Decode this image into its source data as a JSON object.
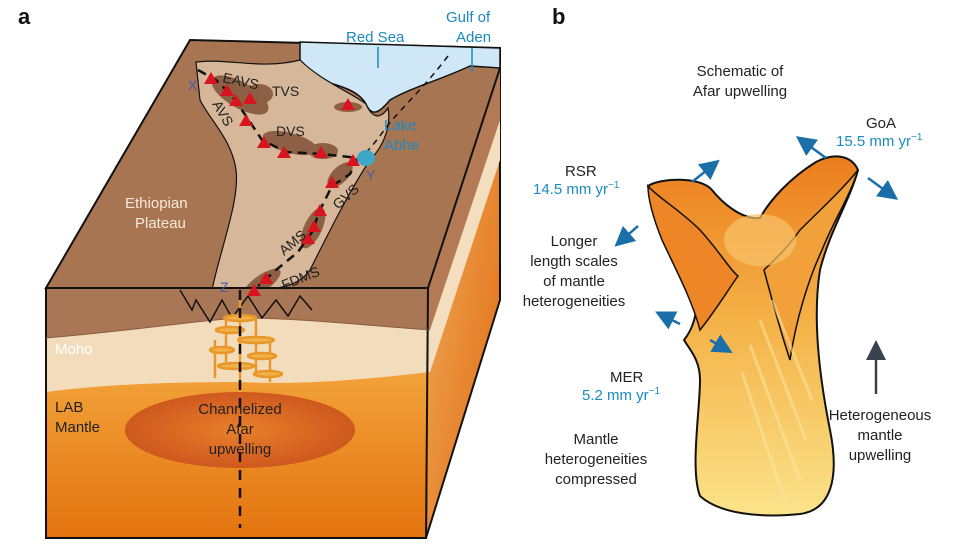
{
  "panel_a": {
    "letter": "a",
    "red_sea": "Red Sea",
    "gulf_of_aden_1": "Gulf of",
    "gulf_of_aden_2": "Aden",
    "lake_abhe_1": "Lake",
    "lake_abhe_2": "Abhe",
    "plateau_1": "Ethiopian",
    "plateau_2": "Plateau",
    "moho": "Moho",
    "lab": "LAB",
    "mantle": "Mantle",
    "upwelling_1": "Channelized",
    "upwelling_2": "Afar",
    "upwelling_3": "upwelling",
    "volcanic_segments": [
      "EAVS",
      "AVS",
      "TVS",
      "DVS",
      "GVS",
      "AMS",
      "FDMS"
    ],
    "profile_points": [
      "X",
      "Y",
      "Z"
    ]
  },
  "panel_b": {
    "letter": "b",
    "title_1": "Schematic of",
    "title_2": "Afar upwelling",
    "goa_name": "GoA",
    "goa_rate": "15.5 mm yr",
    "rsr_name": "RSR",
    "rsr_rate": "14.5 mm yr",
    "mer_name": "MER",
    "mer_rate": "5.2 mm yr",
    "rate_exponent": "−1",
    "longer_1": "Longer",
    "longer_2": "length scales",
    "longer_3": "of mantle",
    "longer_4": "heterogeneities",
    "compressed_1": "Mantle",
    "compressed_2": "heterogeneities",
    "compressed_3": "compressed",
    "hetero_1": "Heterogeneous",
    "hetero_2": "mantle",
    "hetero_3": "upwelling"
  },
  "colors": {
    "label_blue": "#1a8ac0",
    "volcano_red": "#d8141e",
    "sea_blue": "#cfe7f6",
    "arrow_blue": "#1b6fa8"
  }
}
